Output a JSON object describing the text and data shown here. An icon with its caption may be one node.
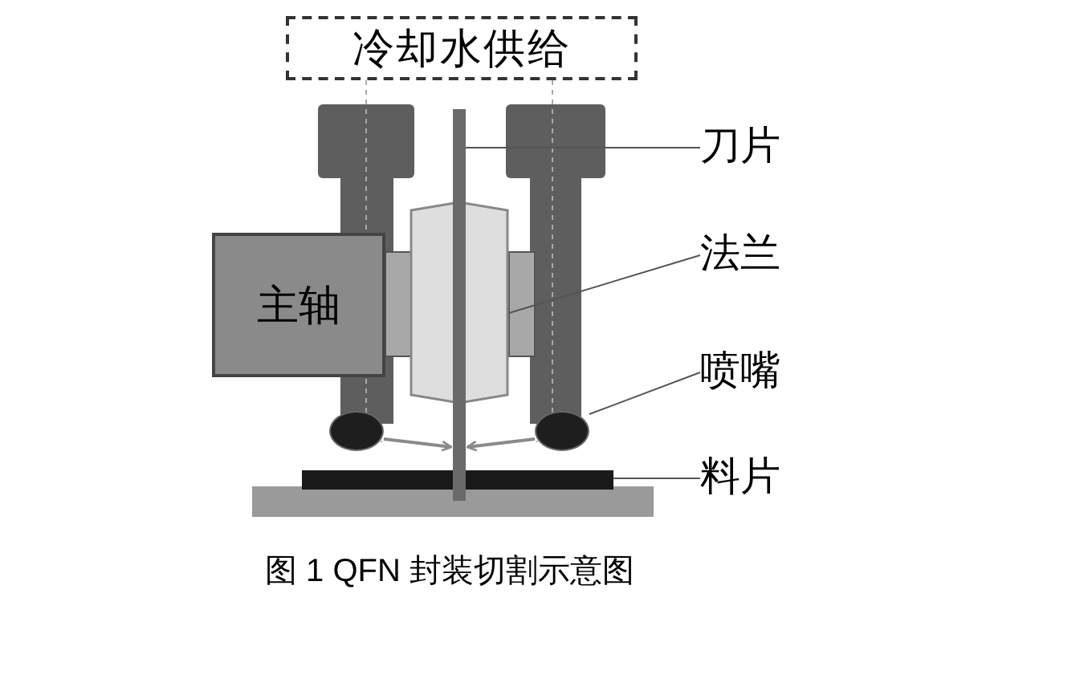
{
  "diagram": {
    "caption": "图 1 QFN 封装切割示意图",
    "nodes": [
      {
        "text": [
          "冷却水供给"
        ]
      },
      {
        "text": [
          "主轴"
        ]
      },
      {
        "text": [
          "刀片"
        ]
      },
      {
        "text": [],
        "shape": "bar"
      },
      {
        "text": [
          "法兰"
        ]
      },
      {
        "text": [],
        "shape": "box"
      },
      {
        "text": [
          "喷嘴"
        ]
      },
      {
        "text": [],
        "shape": "circle"
      },
      {
        "text": [],
        "shape": "circle"
      },
      {
        "text": [
          "料片"
        ]
      },
      {
        "text": [],
        "shape": "bar"
      }
    ],
    "edges": [
      {
        "from": 2,
        "to": 3,
        "arrow": "none"
      },
      {
        "from": 4,
        "to": 5,
        "arrow": "none"
      },
      {
        "from": 6,
        "to": 8,
        "arrow": "none"
      },
      {
        "from": 9,
        "to": 10,
        "arrow": "none"
      },
      {
        "from": 7,
        "to": 3,
        "arrow": "to",
        "color": "#8a8a8a"
      },
      {
        "from": 8,
        "to": 3,
        "arrow": "to",
        "color": "#8a8a8a"
      }
    ]
  }
}
